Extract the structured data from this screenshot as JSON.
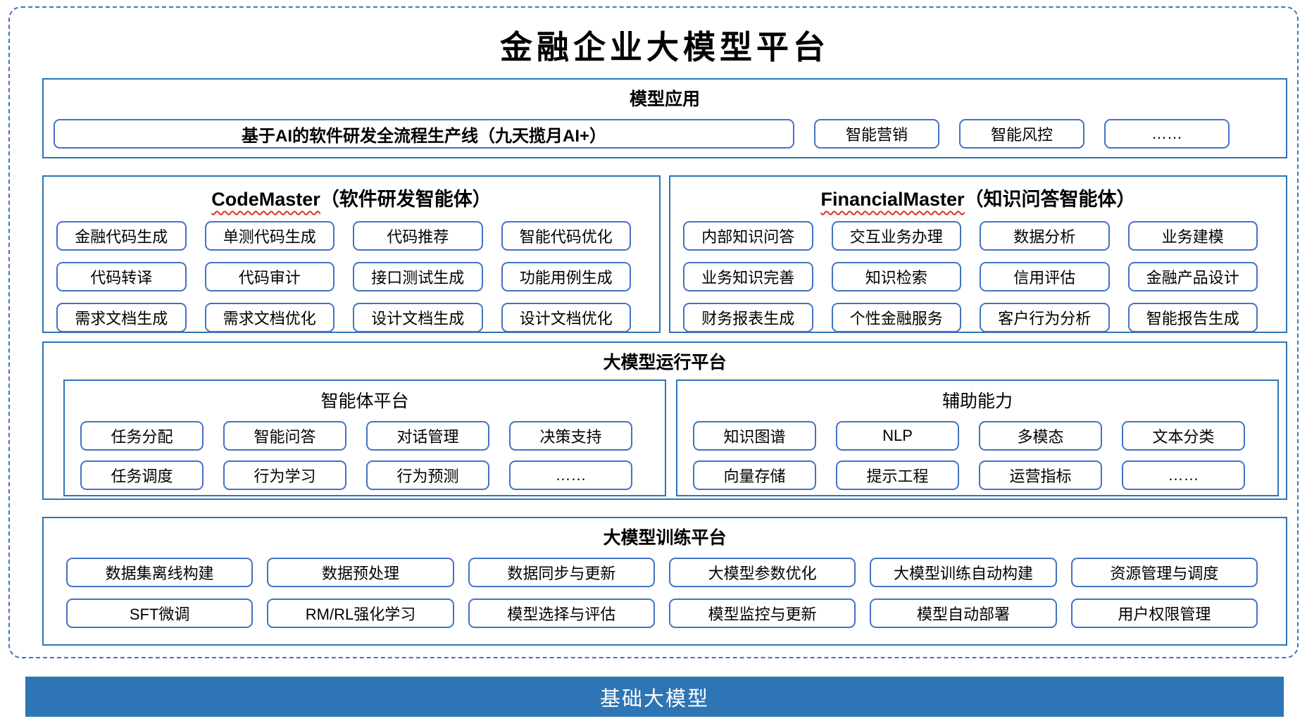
{
  "title": "金融企业大模型平台",
  "colors": {
    "frame_dashed_blue": "#4472C4",
    "section_border_blue": "#2E75B6",
    "item_border_blue": "#4472C4",
    "base_bar_blue": "#2E75B6",
    "spellcheck_squiggle_red": "#E0301E"
  },
  "model_app": {
    "header": "模型应用",
    "pipeline": "基于AI的软件研发全流程生产线（九天揽月AI+）",
    "items": [
      "智能营销",
      "智能风控",
      "……"
    ]
  },
  "code_master": {
    "name": "CodeMaster",
    "subtitle": "（软件研发智能体）",
    "items": [
      "金融代码生成",
      "单测代码生成",
      "代码推荐",
      "智能代码优化",
      "代码转译",
      "代码审计",
      "接口测试生成",
      "功能用例生成",
      "需求文档生成",
      "需求文档优化",
      "设计文档生成",
      "设计文档优化"
    ]
  },
  "financial_master": {
    "name": "FinancialMaster",
    "subtitle": "（知识问答智能体）",
    "items": [
      "内部知识问答",
      "交互业务办理",
      "数据分析",
      "业务建模",
      "业务知识完善",
      "知识检索",
      "信用评估",
      "金融产品设计",
      "财务报表生成",
      "个性金融服务",
      "客户行为分析",
      "智能报告生成"
    ]
  },
  "runtime": {
    "header": "大模型运行平台",
    "agent_platform": {
      "header": "智能体平台",
      "items": [
        "任务分配",
        "智能问答",
        "对话管理",
        "决策支持",
        "任务调度",
        "行为学习",
        "行为预测",
        "……"
      ]
    },
    "aux_ability": {
      "header": "辅助能力",
      "items": [
        "知识图谱",
        "NLP",
        "多模态",
        "文本分类",
        "向量存储",
        "提示工程",
        "运营指标",
        "……"
      ]
    }
  },
  "training": {
    "header": "大模型训练平台",
    "items": [
      "数据集离线构建",
      "数据预处理",
      "数据同步与更新",
      "大模型参数优化",
      "大模型训练自动构建",
      "资源管理与调度",
      "SFT微调",
      "RM/RL强化学习",
      "模型选择与评估",
      "模型监控与更新",
      "模型自动部署",
      "用户权限管理"
    ]
  },
  "base_model": "基础大模型"
}
